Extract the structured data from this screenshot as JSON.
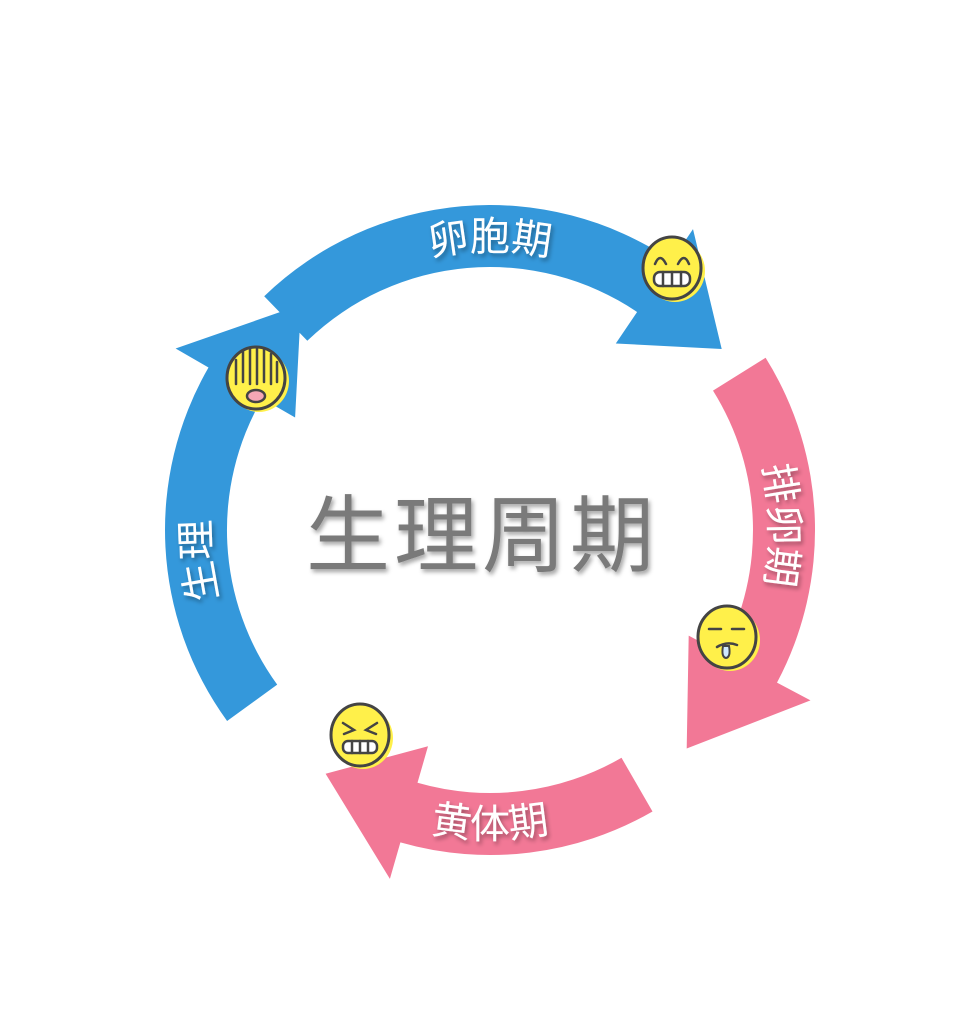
{
  "title": "生理周期",
  "colors": {
    "blue": "#3498db",
    "pink": "#f27896",
    "face": "#fff04a",
    "title": "#7a7a7a"
  },
  "phases": [
    {
      "label": "卵胞期",
      "color": "blue",
      "emoji": "grin-icon"
    },
    {
      "label": "排卵期",
      "color": "pink",
      "emoji": "drool-icon"
    },
    {
      "label": "黄体期",
      "color": "pink",
      "emoji": "angry-icon"
    },
    {
      "label": "生理",
      "color": "blue",
      "emoji": "gloomy-icon"
    }
  ]
}
